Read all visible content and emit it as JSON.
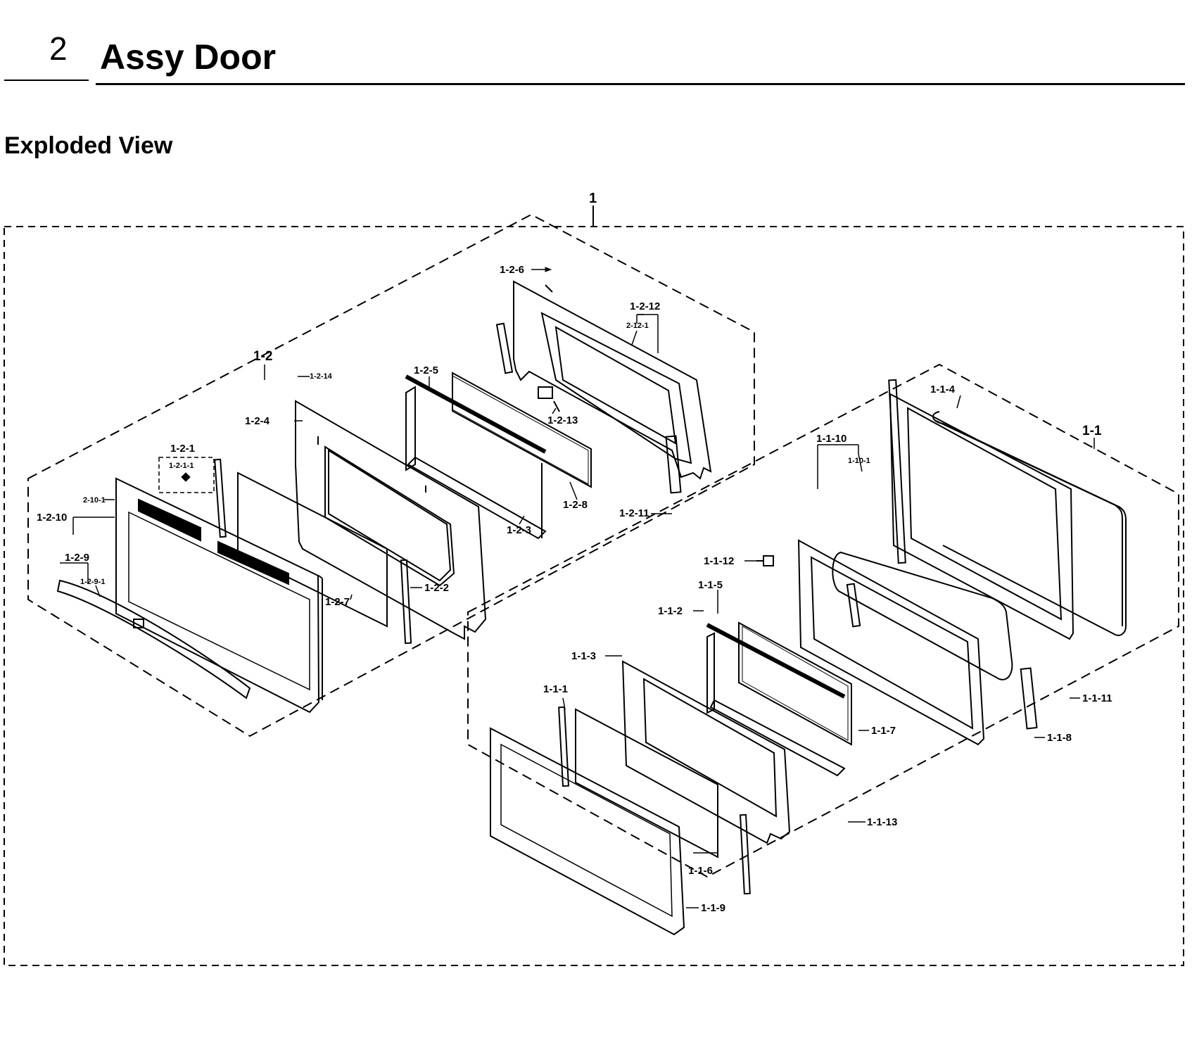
{
  "header": {
    "section_number": "2",
    "section_title": "Assy Door"
  },
  "subheading": "Exploded View",
  "assembly": {
    "top": "1",
    "outer_door": "1-2",
    "inner_door": "1-1"
  },
  "labels_outer": {
    "p1_2_6": "1-2-6",
    "p1_2_12": "1-2-12",
    "p2_12_1": "2-12-1",
    "p1_2_5": "1-2-5",
    "p1_2_14": "1-2-14",
    "p1_2_13": "1-2-13",
    "p1_2_4": "1-2-4",
    "p1_2_1": "1-2-1",
    "p1_2_1_1": "1-2-1-1",
    "p2_10_1": "2-10-1",
    "p1_2_10": "1-2-10",
    "p1_2_11": "1-2-11",
    "p1_2_8": "1-2-8",
    "p1_2_3": "1-2-3",
    "p1_2_9": "1-2-9",
    "p1_2_9_1": "1-2-9-1",
    "p1_2_2": "1-2-2",
    "p1_2_7": "1-2-7"
  },
  "labels_inner": {
    "p1_1_4": "1-1-4",
    "p1_1_10": "1-1-10",
    "p1_10_1": "1-10-1",
    "p1_1_12": "1-1-12",
    "p1_1_5": "1-1-5",
    "p1_1_2": "1-1-2",
    "p1_1_3": "1-1-3",
    "p1_1_1": "1-1-1",
    "p1_1_7": "1-1-7",
    "p1_1_11": "1-1-11",
    "p1_1_8": "1-1-8",
    "p1_1_13": "1-1-13",
    "p1_1_6": "1-1-6",
    "p1_1_9": "1-1-9"
  }
}
